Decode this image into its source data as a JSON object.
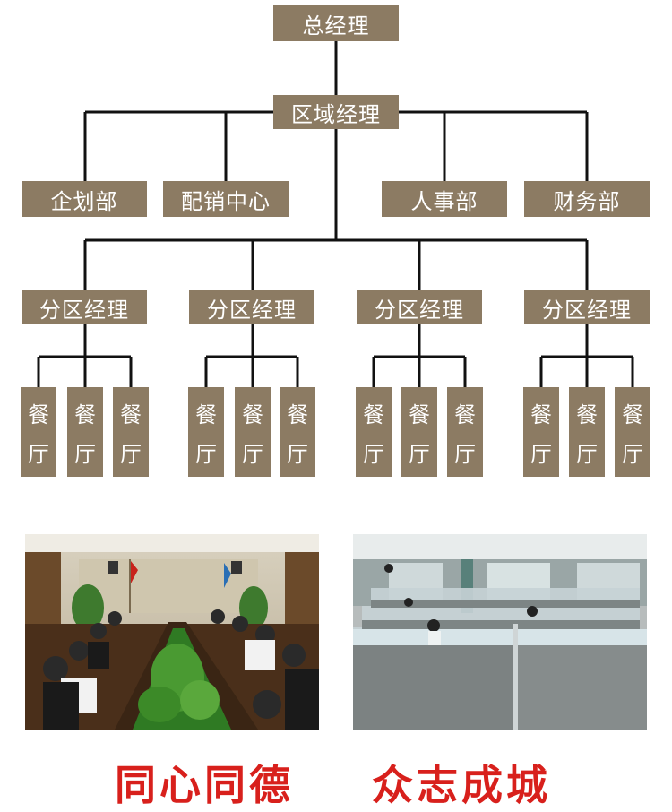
{
  "org_chart": {
    "top": "总经理",
    "regional": "区域经理",
    "departments": [
      "企划部",
      "配销中心",
      "人事部",
      "财务部"
    ],
    "district_managers": [
      "分区经理",
      "分区经理",
      "分区经理",
      "分区经理"
    ],
    "restaurant_chars": [
      "餐",
      "厅"
    ]
  },
  "photos": [
    {
      "name": "meeting-room-photo"
    },
    {
      "name": "office-cubicles-photo"
    }
  ],
  "slogans": [
    "同心同德",
    "众志成城"
  ]
}
